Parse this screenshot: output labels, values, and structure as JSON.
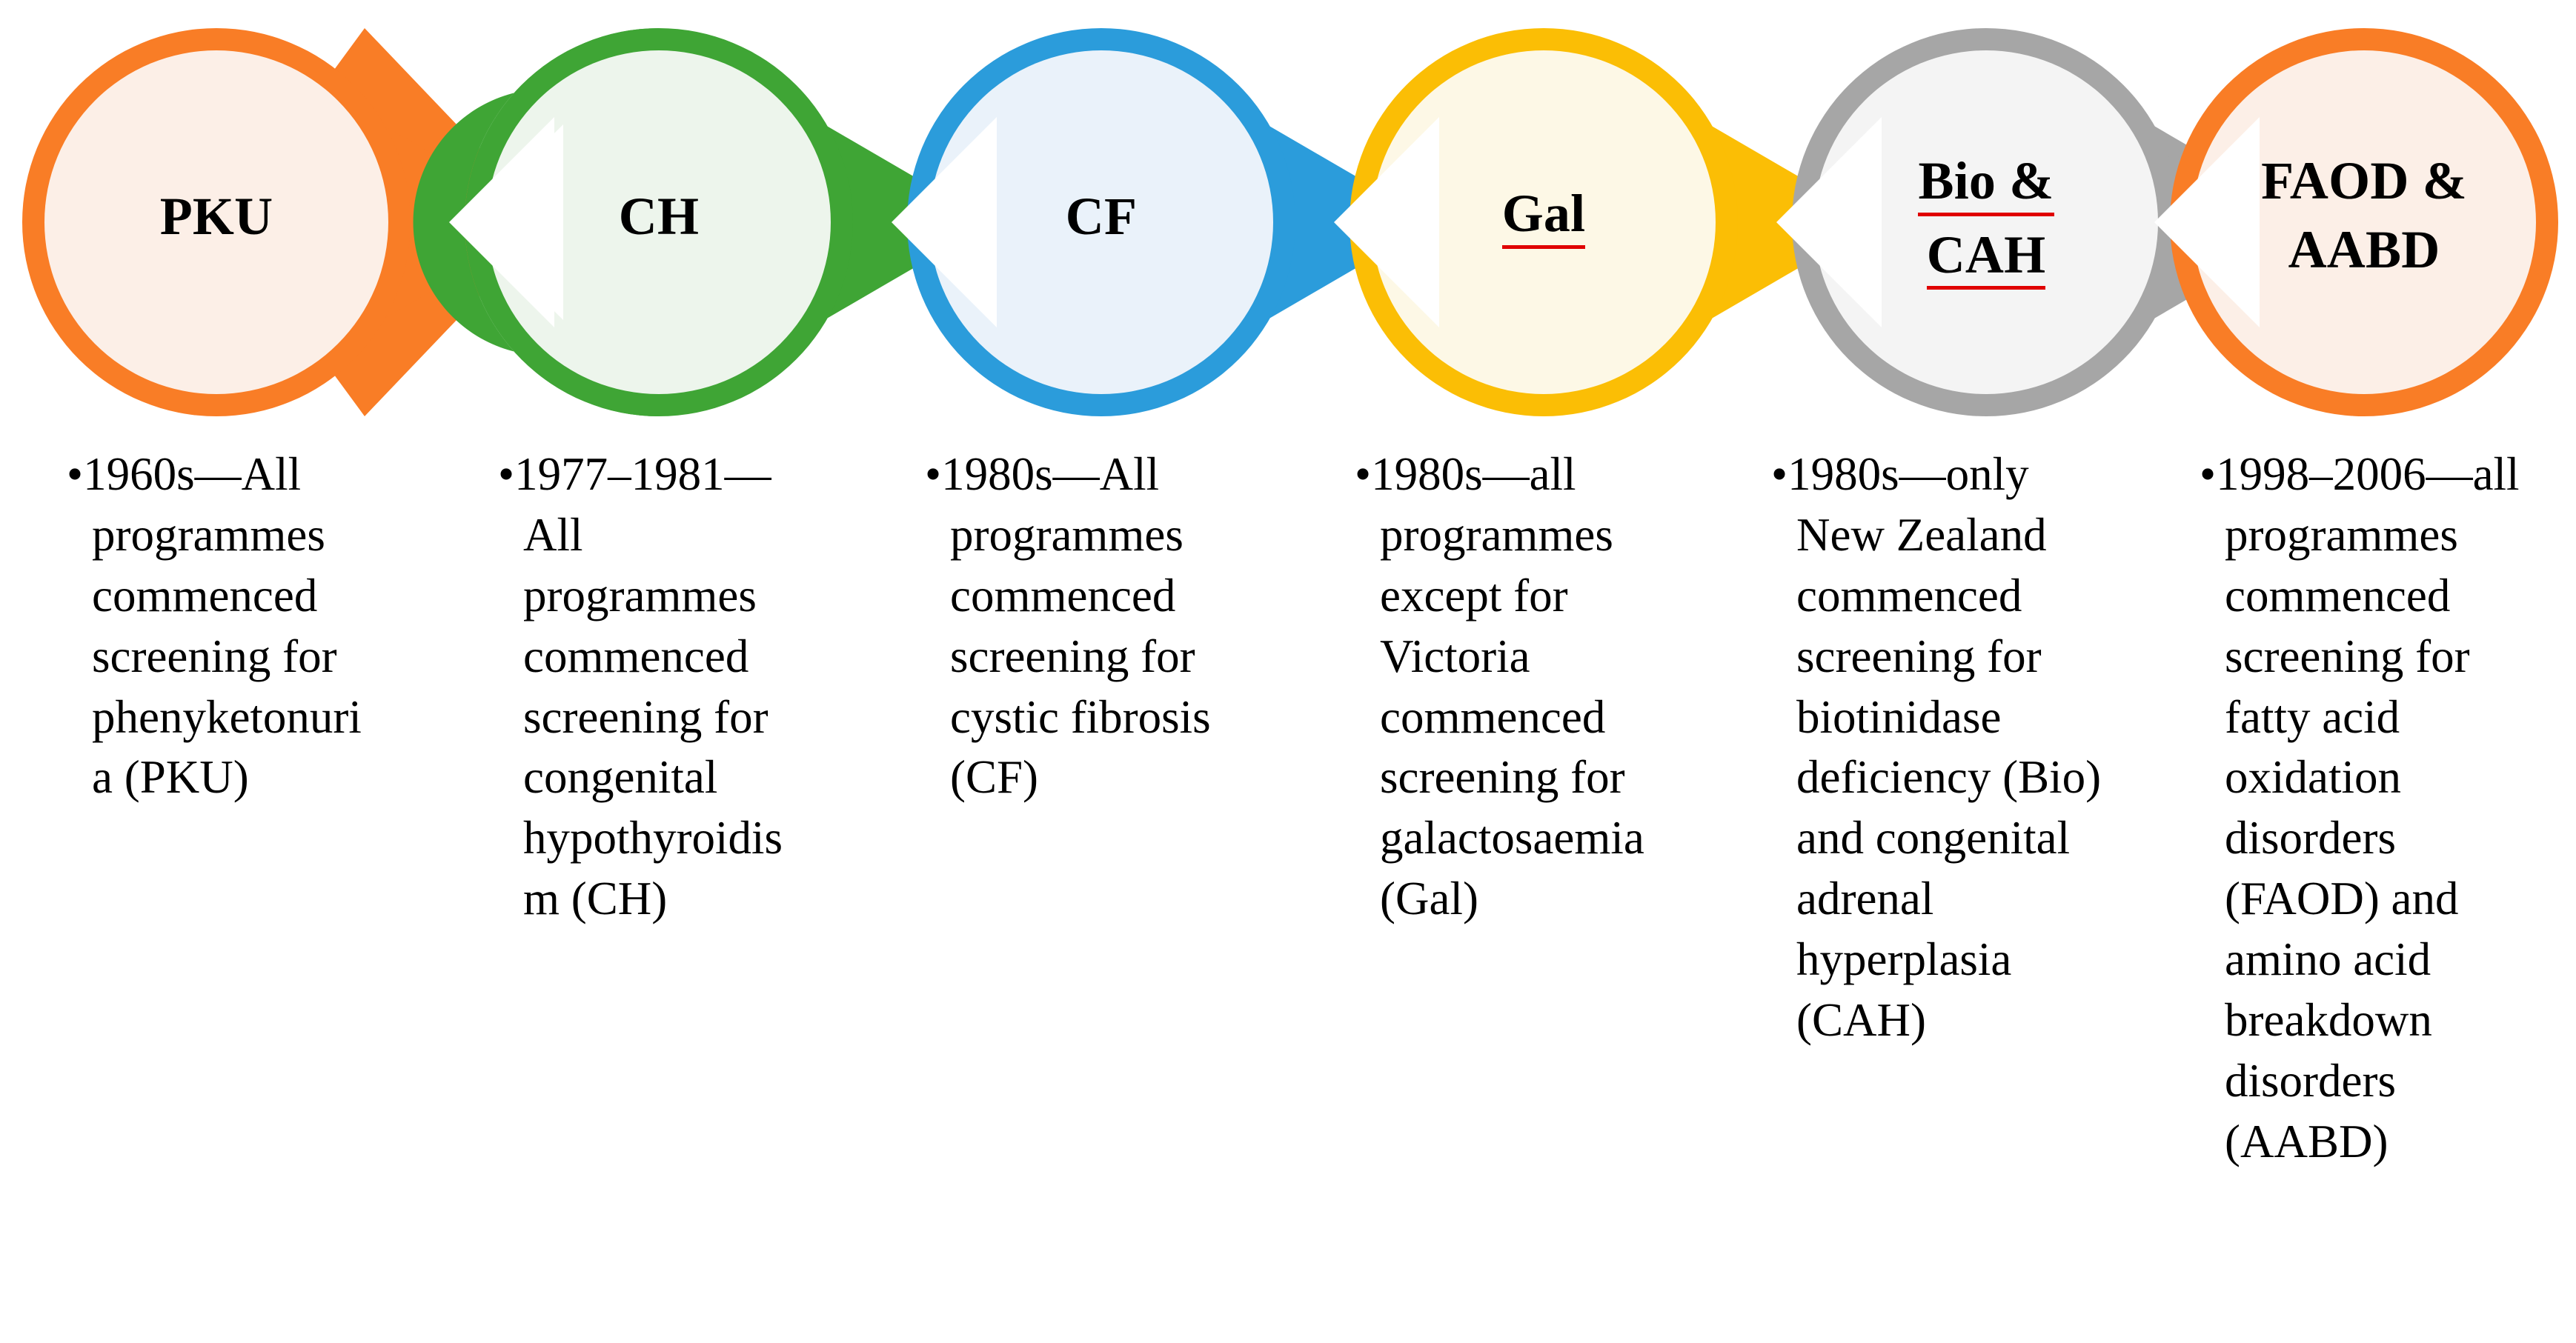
{
  "diagram": {
    "type": "process-flow-chevron-circles",
    "title_present": false,
    "steps": [
      {
        "id": "pku",
        "label_lines": [
          "PKU"
        ],
        "underlined": false,
        "ring_color": "#F97D26",
        "fill_color": "#FCEFE7",
        "has_arrow": true,
        "bullet": "1960s—All programmes commenced screening for phenyketonuria (PKU)",
        "bullet_lines": [
          "1960s—All",
          "programmes",
          "commenced",
          "screening",
          "for",
          "phenyketon",
          "uria (PKU)"
        ]
      },
      {
        "id": "ch",
        "label_lines": [
          "CH"
        ],
        "underlined": false,
        "ring_color": "#3FA535",
        "fill_color": "#EDF5EC",
        "has_arrow": true,
        "bullet": "1977–1981—All programmes commenced screening for congenital hypothyroidism (CH)",
        "bullet_lines": [
          "1977–1981—",
          "All",
          "programmes",
          "commenced",
          "screening",
          "for",
          "congenital",
          "hypothyroid",
          "ism (CH)"
        ]
      },
      {
        "id": "cf",
        "label_lines": [
          "CF"
        ],
        "underlined": false,
        "ring_color": "#2B9CDB",
        "fill_color": "#EAF2FA",
        "has_arrow": true,
        "bullet": "1980s—All programmes commenced screening for cystic fibrosis (CF)",
        "bullet_lines": [
          "1980s—All",
          "programmes",
          "commenced",
          "screening",
          "for cystic",
          "fibrosis (CF)"
        ]
      },
      {
        "id": "gal",
        "label_lines": [
          "Gal"
        ],
        "underlined": true,
        "ring_color": "#FBBE05",
        "fill_color": "#FDF8E6",
        "has_arrow": true,
        "bullet": "1980s—all programmes except for Victoria commenced screening for galactosaemia (Gal)",
        "bullet_lines": [
          "1980s—all",
          "programmes",
          "except for",
          "Victoria",
          "commenced",
          "screening",
          "for",
          "galactosaemi",
          "a (Gal)"
        ]
      },
      {
        "id": "bio-cah",
        "label_lines": [
          "Bio &",
          "CAH"
        ],
        "underlined": true,
        "ring_color": "#A6A6A6",
        "fill_color": "#F4F4F4",
        "has_arrow": true,
        "bullet": "1980s—only New Zealand commenced screening for biotinidase deficiency (Bio) and congenital adrenal hyperplasia (CAH)",
        "bullet_lines": [
          "1980s—only",
          "New",
          "Zealand",
          "commenced",
          "screening",
          "for",
          "biotinidase",
          "deficiency",
          "(Bio) and",
          "congenital",
          "adrenal",
          "hyperplasia",
          "(CAH)"
        ]
      },
      {
        "id": "faod-aabd",
        "label_lines": [
          "FAOD &",
          "AABD"
        ],
        "underlined": false,
        "ring_color": "#F97D26",
        "fill_color": "#FCEFE7",
        "has_arrow": false,
        "bullet": "1998–2006—all programmes commenced screening for fatty acid oxidation disorders (FAOD) and amino acid breakdown disorders (AABD)",
        "bullet_lines": [
          "1998–2006—",
          "all",
          "programmes",
          "commenced",
          "screening",
          "for fatty acid",
          "oxidation",
          "disorders",
          "(FAOD) and",
          "amino acid",
          "breakdown",
          "disorders",
          "(AABD)"
        ]
      }
    ],
    "colors": {
      "background": "#FFFFFF",
      "text": "#000000",
      "spellcheck_underline": "#E00000",
      "gap": "#FFFFFF"
    },
    "bullet_glyph": "•"
  }
}
